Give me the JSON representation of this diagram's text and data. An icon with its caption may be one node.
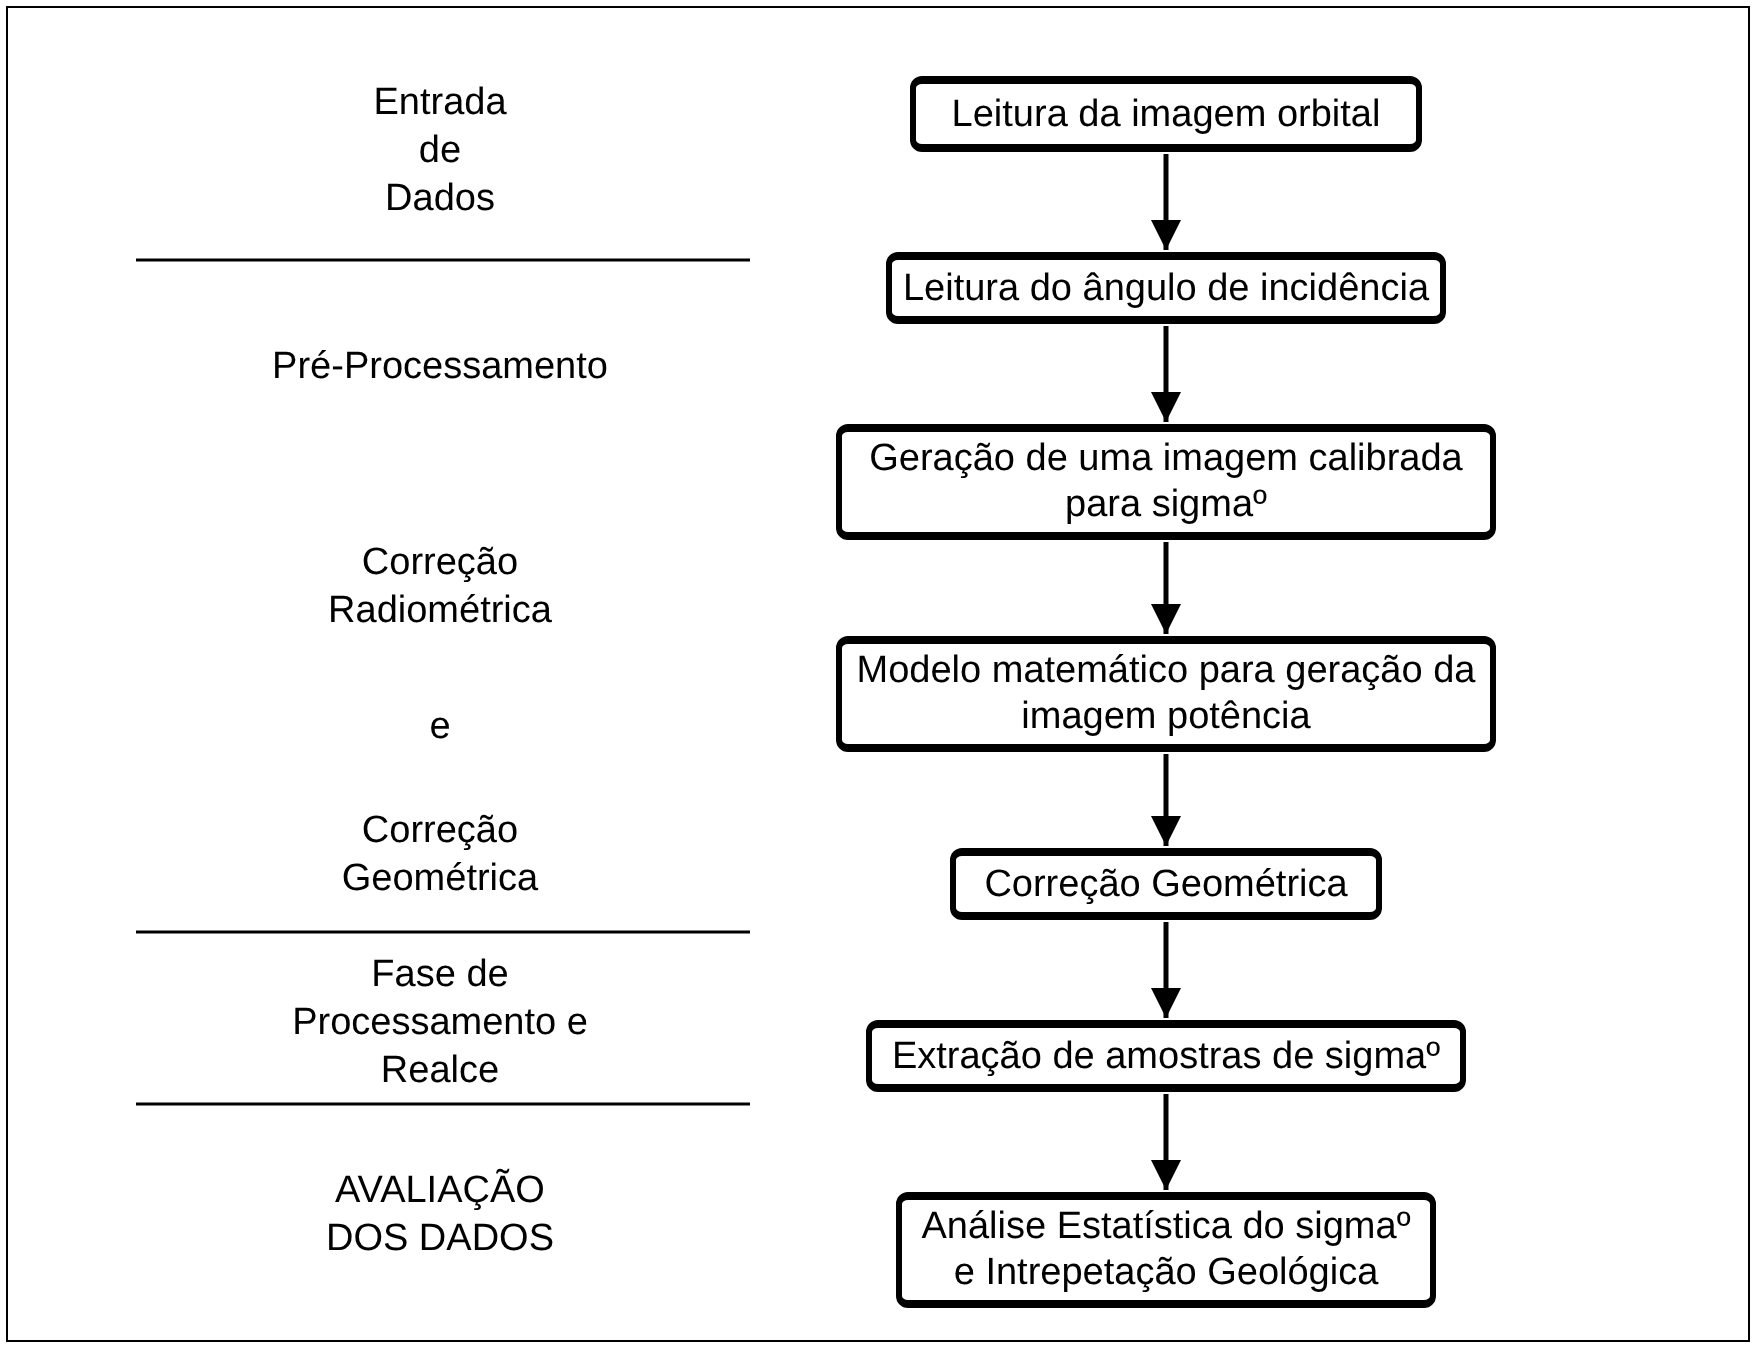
{
  "diagram": {
    "nodes": [
      {
        "text": [
          "Leitura da imagem orbital"
        ]
      },
      {
        "text": [
          "Leitura do ângulo de incidência"
        ]
      },
      {
        "text": [
          "Geração de uma imagem calibrada para sigmaº"
        ]
      },
      {
        "text": [
          "Modelo matemático para geração da imagem potência"
        ]
      },
      {
        "text": [
          "Correção Geométrica"
        ]
      },
      {
        "text": [
          "Extração de amostras de sigmaº"
        ]
      },
      {
        "text": [
          "Análise Estatística do sigmaº e Intrepetação Geológica"
        ]
      }
    ],
    "edges": [
      {
        "from": 0,
        "to": 1,
        "arrow": "to"
      },
      {
        "from": 1,
        "to": 2,
        "arrow": "to"
      },
      {
        "from": 2,
        "to": 3,
        "arrow": "to"
      },
      {
        "from": 3,
        "to": 4,
        "arrow": "to"
      },
      {
        "from": 4,
        "to": 5,
        "arrow": "to"
      },
      {
        "from": 5,
        "to": 6,
        "arrow": "to"
      }
    ],
    "labels": [
      "Entrada de Dados",
      "Pré-Processamento",
      "Correção Radiométrica",
      "e",
      "Correção Geométrica",
      "Fase de Processamento e Realce",
      "AVALIAÇÃO DOS DADOS"
    ]
  }
}
